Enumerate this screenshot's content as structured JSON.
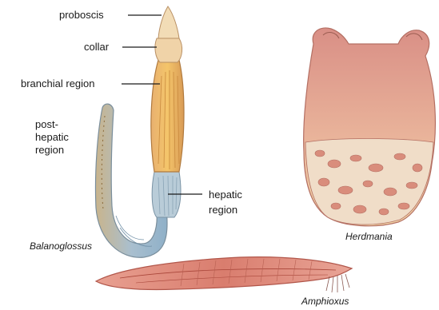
{
  "labels": {
    "proboscis": "proboscis",
    "collar": "collar",
    "branchial": "branchial region",
    "post_hepatic_1": "post-",
    "post_hepatic_2": "hepatic",
    "post_hepatic_3": "region",
    "hepatic_1": "hepatic",
    "hepatic_2": "region"
  },
  "captions": {
    "balanoglossus": "Balanoglossus",
    "herdmania": "Herdmania",
    "amphioxus": "Amphioxus"
  }
}
